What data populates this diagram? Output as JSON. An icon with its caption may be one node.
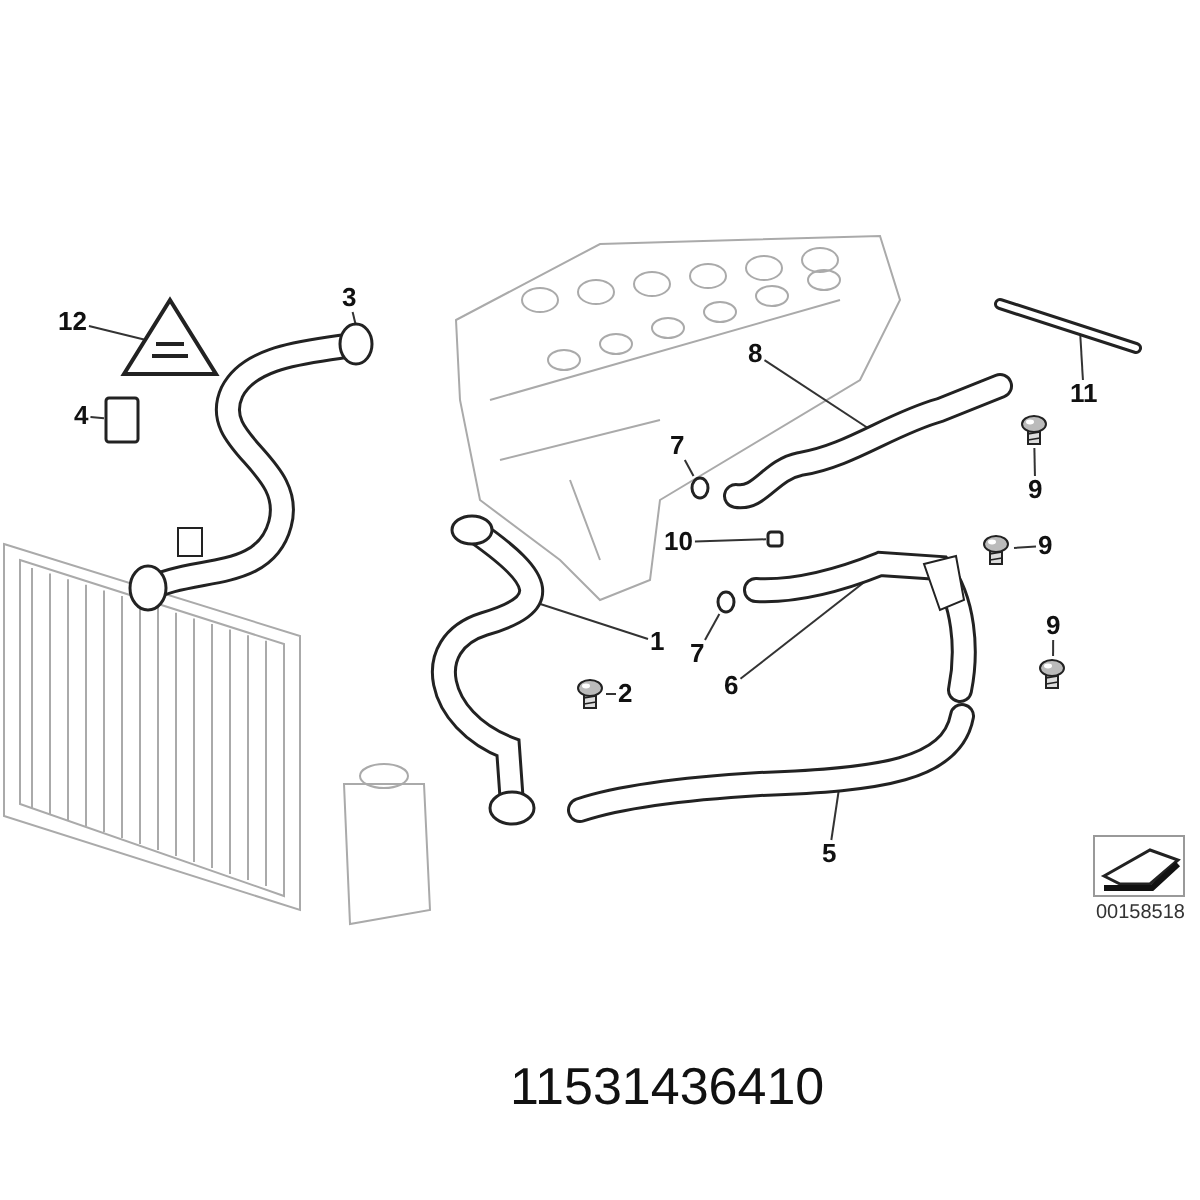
{
  "diagram": {
    "nodes": [
      {
        "text": [
          "12"
        ]
      },
      {
        "text": [],
        "shape": "picture"
      },
      {
        "text": [
          "3"
        ]
      },
      {
        "text": [],
        "shape": "picture"
      },
      {
        "text": [
          "4"
        ]
      },
      {
        "text": [],
        "shape": "box"
      },
      {
        "text": [
          "8"
        ]
      },
      {
        "text": [],
        "shape": "picture"
      },
      {
        "text": [
          "11"
        ]
      },
      {
        "text": [],
        "shape": "picture"
      },
      {
        "text": [
          "7"
        ]
      },
      {
        "text": [],
        "shape": "circle"
      },
      {
        "text": [
          "9"
        ]
      },
      {
        "text": [],
        "shape": "picture"
      },
      {
        "text": [
          "10"
        ]
      },
      {
        "text": [],
        "shape": "box"
      },
      {
        "text": [
          "9"
        ]
      },
      {
        "text": [],
        "shape": "picture"
      },
      {
        "text": [
          "1"
        ]
      },
      {
        "text": [],
        "shape": "picture"
      },
      {
        "text": [
          "2"
        ]
      },
      {
        "text": [],
        "shape": "picture"
      },
      {
        "text": [
          "7"
        ]
      },
      {
        "text": [],
        "shape": "circle"
      },
      {
        "text": [
          "9"
        ]
      },
      {
        "text": [],
        "shape": "picture"
      },
      {
        "text": [
          "6"
        ]
      },
      {
        "text": [],
        "shape": "picture"
      },
      {
        "text": [
          "5"
        ]
      },
      {
        "text": [],
        "shape": "picture"
      }
    ],
    "edges": [
      {
        "from": 0,
        "to": 1,
        "arrow": "none"
      },
      {
        "from": 2,
        "to": 3,
        "arrow": "none"
      },
      {
        "from": 4,
        "to": 5,
        "arrow": "none"
      },
      {
        "from": 6,
        "to": 7,
        "arrow": "none"
      },
      {
        "from": 8,
        "to": 9,
        "arrow": "none"
      },
      {
        "from": 10,
        "to": 11,
        "arrow": "none"
      },
      {
        "from": 12,
        "to": 13,
        "arrow": "none"
      },
      {
        "from": 14,
        "to": 15,
        "arrow": "none"
      },
      {
        "from": 16,
        "to": 17,
        "arrow": "none"
      },
      {
        "from": 18,
        "to": 19,
        "arrow": "none"
      },
      {
        "from": 20,
        "to": 21,
        "arrow": "none"
      },
      {
        "from": 22,
        "to": 23,
        "arrow": "none"
      },
      {
        "from": 24,
        "to": 25,
        "arrow": "none"
      },
      {
        "from": 26,
        "to": 27,
        "arrow": "none"
      },
      {
        "from": 28,
        "to": 29,
        "arrow": "none"
      }
    ],
    "labels": [
      "00158518",
      "11531436410"
    ]
  }
}
